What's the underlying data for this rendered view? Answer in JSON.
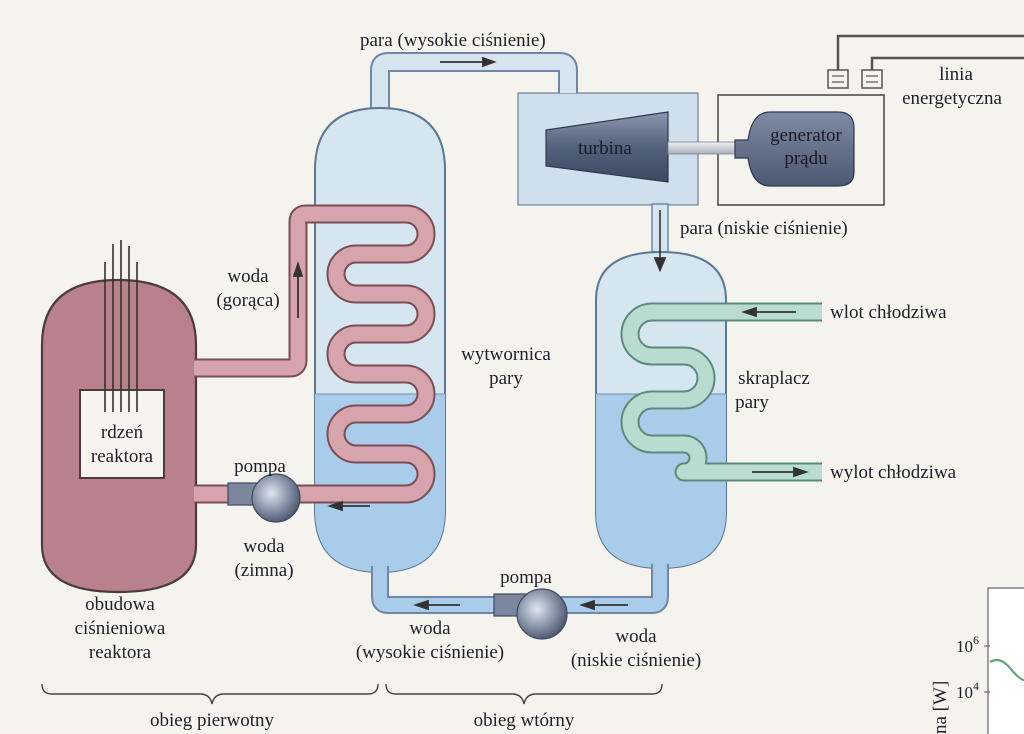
{
  "labels": {
    "steam_high": "para (wysokie ciśnienie)",
    "steam_low": "para (niskie ciśnienie)",
    "turbine": "turbina",
    "generator_line1": "generator",
    "generator_line2": "prądu",
    "power_line_1": "linia",
    "power_line_2": "energetyczna",
    "hot_water_1": "woda",
    "hot_water_2": "(gorąca)",
    "steam_gen_1": "wytwornica",
    "steam_gen_2": "pary",
    "core_1": "rdzeń",
    "core_2": "reaktora",
    "pump_primary": "pompa",
    "cold_water_1": "woda",
    "cold_water_2": "(zimna)",
    "vessel_1": "obudowa",
    "vessel_2": "ciśnieniowa",
    "vessel_3": "reaktora",
    "coolant_in": "wlot chłodziwa",
    "coolant_out": "wylot chłodziwa",
    "condenser_1": "skraplacz",
    "condenser_2": "pary",
    "pump_secondary": "pompa",
    "water_hp_1": "woda",
    "water_hp_2": "(wysokie ciśnienie)",
    "water_lp_1": "woda",
    "water_lp_2": "(niskie ciśnienie)",
    "primary_loop": "obieg pierwotny",
    "secondary_loop": "obieg wtórny"
  },
  "partial_figure": {
    "tick_upper_base": "10",
    "tick_upper_exp": "6",
    "tick_lower_base": "10",
    "tick_lower_exp": "4",
    "axis_fragment": "na [W]"
  },
  "colors": {
    "reactor": "#b9828a",
    "primary_pipe": "#d8a4ab",
    "steam": "#d3e3ef",
    "water": "#aacde9",
    "coolant": "#b8dccf",
    "generator": "#64708a",
    "turbine": "#5d6a82"
  }
}
